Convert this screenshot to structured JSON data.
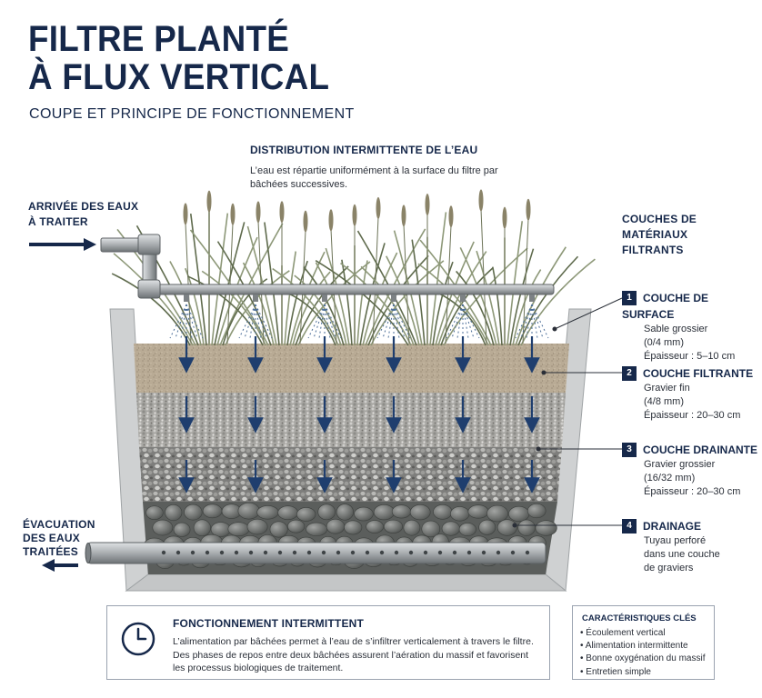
{
  "title": {
    "line1": "FILTRE PLANTÉ",
    "line2": "À FLUX VERTICAL",
    "subtitle": "COUPE ET PRINCIPE DE FONCTIONNEMENT"
  },
  "distribution": {
    "heading": "DISTRIBUTION INTERMITTENTE DE L’EAU",
    "text": "L’eau est répartie uniformément à la surface du filtre par bâchées successives."
  },
  "inlet": {
    "label": "ARRIVÉE DES EAUX À TRAITER"
  },
  "outlet": {
    "label": "ÉVACUATION DES EAUX TRAITÉES"
  },
  "layers": {
    "heading": "COUCHES DE MATÉRIAUX FILTRANTS",
    "items": [
      {
        "num": "1",
        "title": "COUCHE DE SURFACE",
        "lines": [
          "Sable grossier",
          "(0/4 mm)",
          "Épaisseur : 5–10 cm"
        ]
      },
      {
        "num": "2",
        "title": "COUCHE FILTRANTE",
        "lines": [
          "Gravier fin",
          "(4/8 mm)",
          "Épaisseur : 20–30 cm"
        ]
      },
      {
        "num": "3",
        "title": "COUCHE DRAINANTE",
        "lines": [
          "Gravier grossier",
          "(16/32 mm)",
          "Épaisseur : 20–30 cm"
        ]
      },
      {
        "num": "4",
        "title": "DRAINAGE",
        "lines": [
          "Tuyau perforé",
          "dans une couche",
          "de graviers"
        ]
      }
    ]
  },
  "operation": {
    "heading": "FONCTIONNEMENT INTERMITTENT",
    "text": "L’alimentation par bâchées permet à l’eau de s’infiltrer verticalement à travers le filtre. Des phases de repos entre deux bâchées assurent l’aération du massif et favorisent les processus biologiques de traitement.",
    "icon": "clock-icon"
  },
  "characteristics": {
    "heading": "CARACTÉRISTIQUES CLÉS",
    "items": [
      "Écoulement vertical",
      "Alimentation intermittente",
      "Bonne oxygénation du massif",
      "Entretien simple"
    ]
  },
  "colors": {
    "navy": "#16284a",
    "arrow_blue": "#1f3e6e",
    "sand": "#b8aa94",
    "fine_gravel": "#a7a6a2",
    "coarse_gravel": "#8c8c8a",
    "drain_stones": "#6f716f",
    "concrete": "#c9cbcc",
    "pipe": "#a9adb0",
    "reeds": "#7f8c6a"
  }
}
